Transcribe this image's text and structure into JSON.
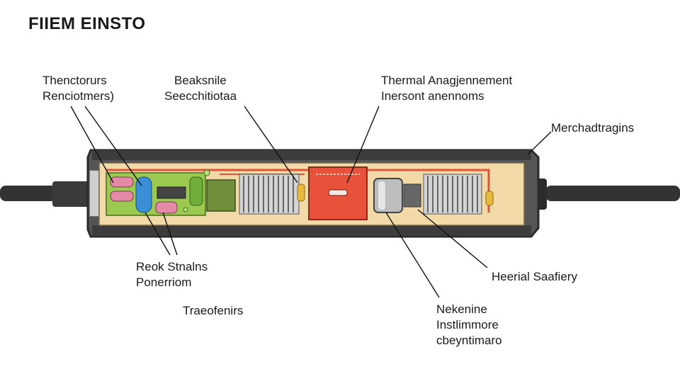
{
  "title": "FIIEM EINSTO",
  "labels": {
    "top_left": [
      "Thenctorurs",
      "Renciotmers)"
    ],
    "top_mid_left": [
      "Beaksnile",
      "Seecchitiotaa"
    ],
    "top_mid": [
      "Thermal Anagjennement",
      "Inersont anennoms"
    ],
    "top_right": [
      "Merchadtragins"
    ],
    "bottom_left": [
      "Reok Stnalns",
      "Ponerriom"
    ],
    "bottom_left2": [
      "Traeofenirs"
    ],
    "bottom_mid": [
      "Nekenine",
      "Instlimmore",
      "cbeyntimaro"
    ],
    "bottom_right": [
      "Heerial Saafiery"
    ]
  },
  "colors": {
    "housing": "#4a4a4a",
    "housing_dark": "#2e2e2e",
    "board": "#f2d9a8",
    "pcb": "#9cc94f",
    "trace": "#e0553a",
    "heatsink": "#c9c9c9",
    "chip": "#e8513a",
    "cable": "#333333"
  }
}
